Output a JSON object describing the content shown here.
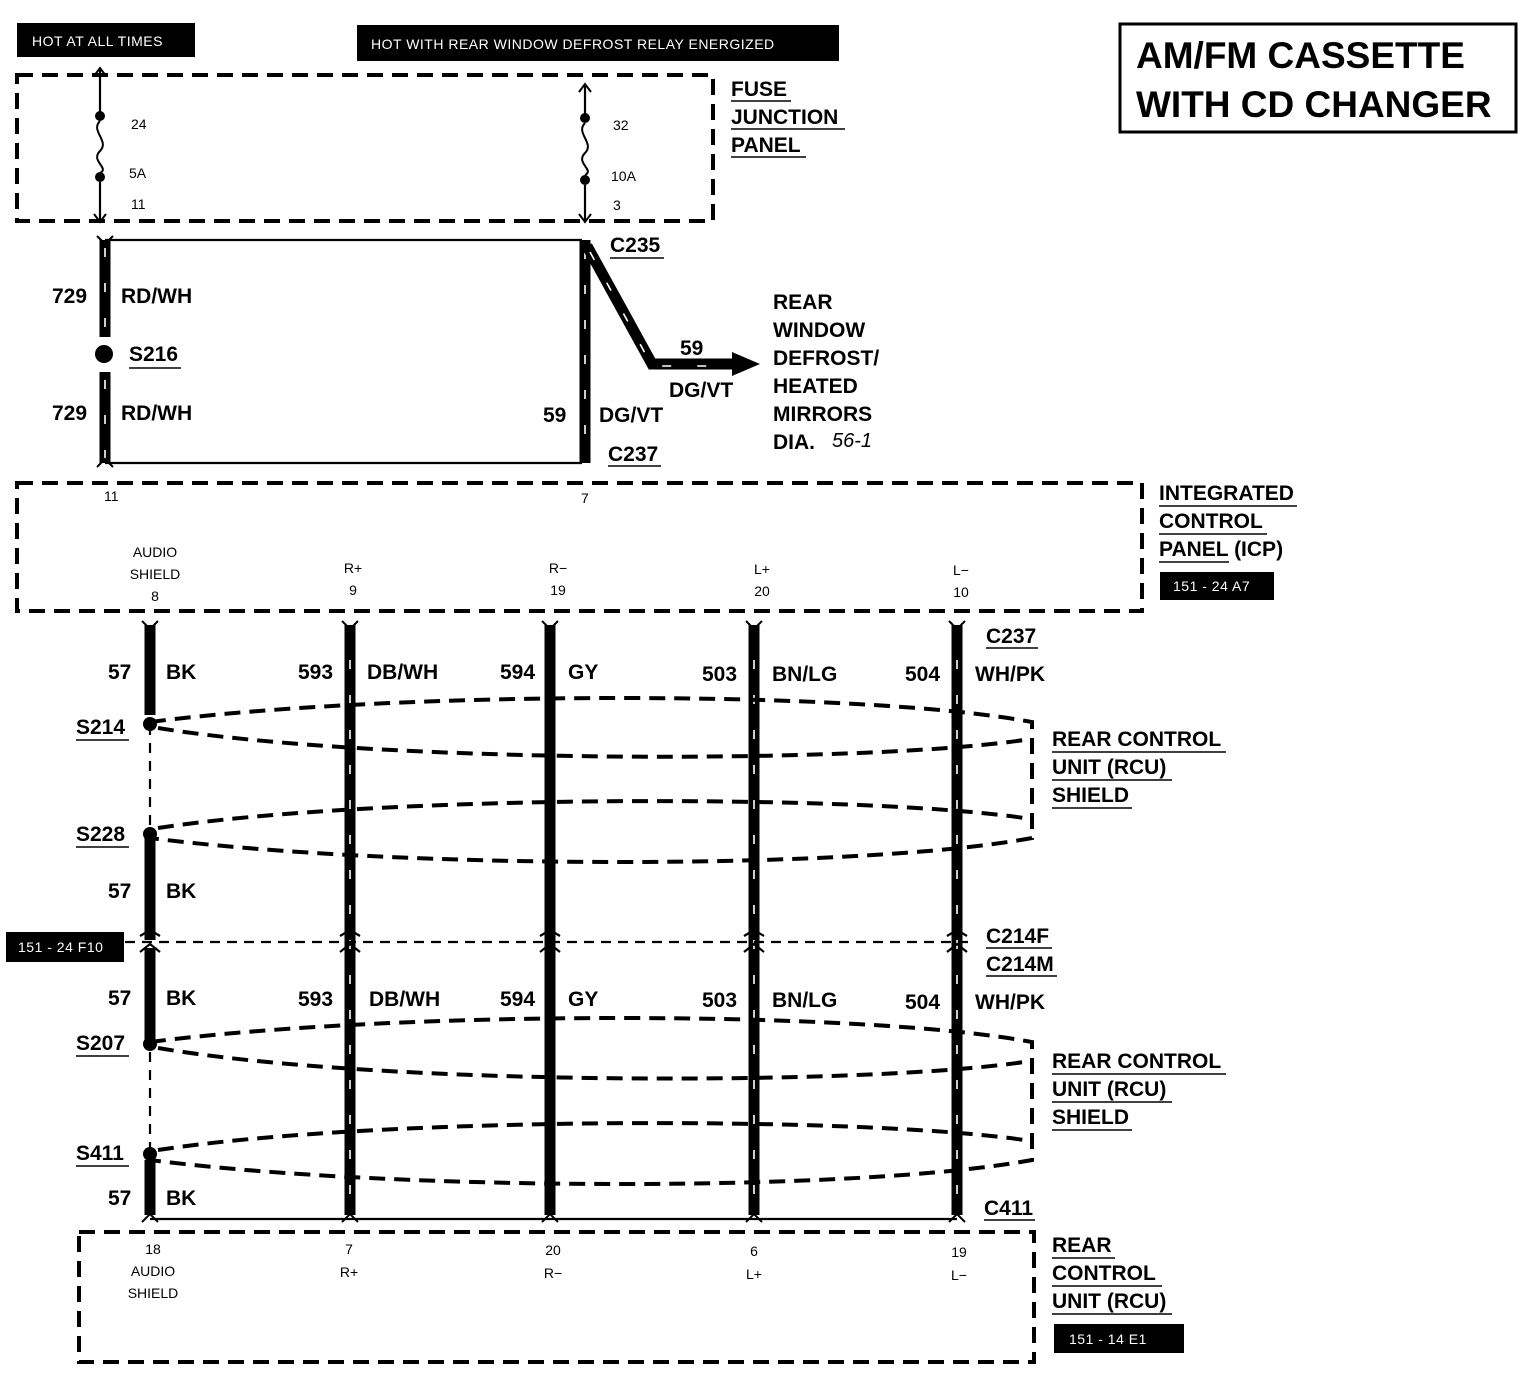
{
  "title": {
    "line1": "AM/FM CASSETTE",
    "line2": "WITH CD CHANGER"
  },
  "power": {
    "hot_all_times": "HOT AT ALL TIMES",
    "hot_defrost": "HOT WITH REAR WINDOW DEFROST RELAY ENERGIZED"
  },
  "fuse_panel": {
    "label": [
      "FUSE",
      "JUNCTION",
      "PANEL"
    ],
    "fuse_a": {
      "number": "24",
      "rating": "5A",
      "pin": "11"
    },
    "fuse_b": {
      "number": "32",
      "rating": "10A",
      "pin": "3"
    }
  },
  "upper_wiring": {
    "circuit_729": "729",
    "color_729": "RD/WH",
    "splice_s216": "S216",
    "connector_c235": "C235",
    "connector_c237": "C237",
    "circuit_59": "59",
    "color_59": "DG/VT",
    "branch_circuit": "59",
    "branch_color": "DG/VT",
    "destination": [
      "REAR",
      "WINDOW",
      "DEFROST/",
      "HEATED",
      "MIRRORS",
      "DIA."
    ],
    "destination_ref": "56-1"
  },
  "icp": {
    "label": [
      "INTEGRATED",
      "CONTROL",
      "PANEL (ICP)"
    ],
    "ref_tag": "151 - 24 A7",
    "pin_power_a": "11",
    "pin_power_b": "7",
    "pins": [
      {
        "name1": "AUDIO",
        "name2": "SHIELD",
        "pin": "8"
      },
      {
        "name1": "R+",
        "name2": "",
        "pin": "9"
      },
      {
        "name1": "R−",
        "name2": "",
        "pin": "19"
      },
      {
        "name1": "L+",
        "name2": "",
        "pin": "20"
      },
      {
        "name1": "L−",
        "name2": "",
        "pin": "10"
      }
    ]
  },
  "wires": [
    {
      "circuit": "57",
      "color": "BK"
    },
    {
      "circuit": "593",
      "color": "DB/WH"
    },
    {
      "circuit": "594",
      "color": "GY"
    },
    {
      "circuit": "503",
      "color": "BN/LG"
    },
    {
      "circuit": "504",
      "color": "WH/PK"
    }
  ],
  "splices": {
    "s214": "S214",
    "s228": "S228",
    "s207": "S207",
    "s411": "S411"
  },
  "connectors": {
    "c237": "C237",
    "c214f": "C214F",
    "c214m": "C214M",
    "c411": "C411"
  },
  "left_ref_tag": "151 - 24 F10",
  "shield_label": [
    "REAR CONTROL",
    "UNIT (RCU)",
    "SHIELD"
  ],
  "rcu": {
    "label": [
      "REAR",
      "CONTROL",
      "UNIT (RCU)"
    ],
    "ref_tag": "151 - 14 E1",
    "pins": [
      {
        "pin": "18",
        "name1": "AUDIO",
        "name2": "SHIELD"
      },
      {
        "pin": "7",
        "name1": "R+",
        "name2": ""
      },
      {
        "pin": "20",
        "name1": "R−",
        "name2": ""
      },
      {
        "pin": "6",
        "name1": "L+",
        "name2": ""
      },
      {
        "pin": "19",
        "name1": "L−",
        "name2": ""
      }
    ]
  }
}
